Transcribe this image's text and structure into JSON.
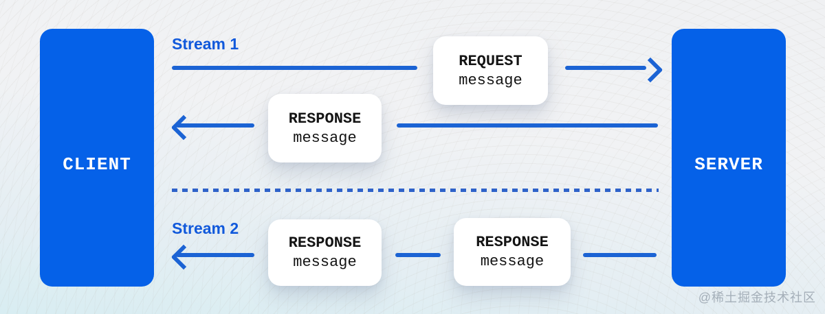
{
  "diagram": {
    "client_label": "CLIENT",
    "server_label": "SERVER",
    "stream1_label": "Stream 1",
    "stream2_label": "Stream 2",
    "boxes": {
      "request1": {
        "title": "REQUEST",
        "subtitle": "message"
      },
      "response1": {
        "title": "RESPONSE",
        "subtitle": "message"
      },
      "response2a": {
        "title": "RESPONSE",
        "subtitle": "message"
      },
      "response2b": {
        "title": "RESPONSE",
        "subtitle": "message"
      }
    },
    "colors": {
      "node_blue": "#0561e8",
      "arrow_blue": "#1b63d4",
      "label_blue": "#1159db",
      "dash_blue": "#2e62c9"
    },
    "watermark": "@稀土掘金技术社区"
  }
}
